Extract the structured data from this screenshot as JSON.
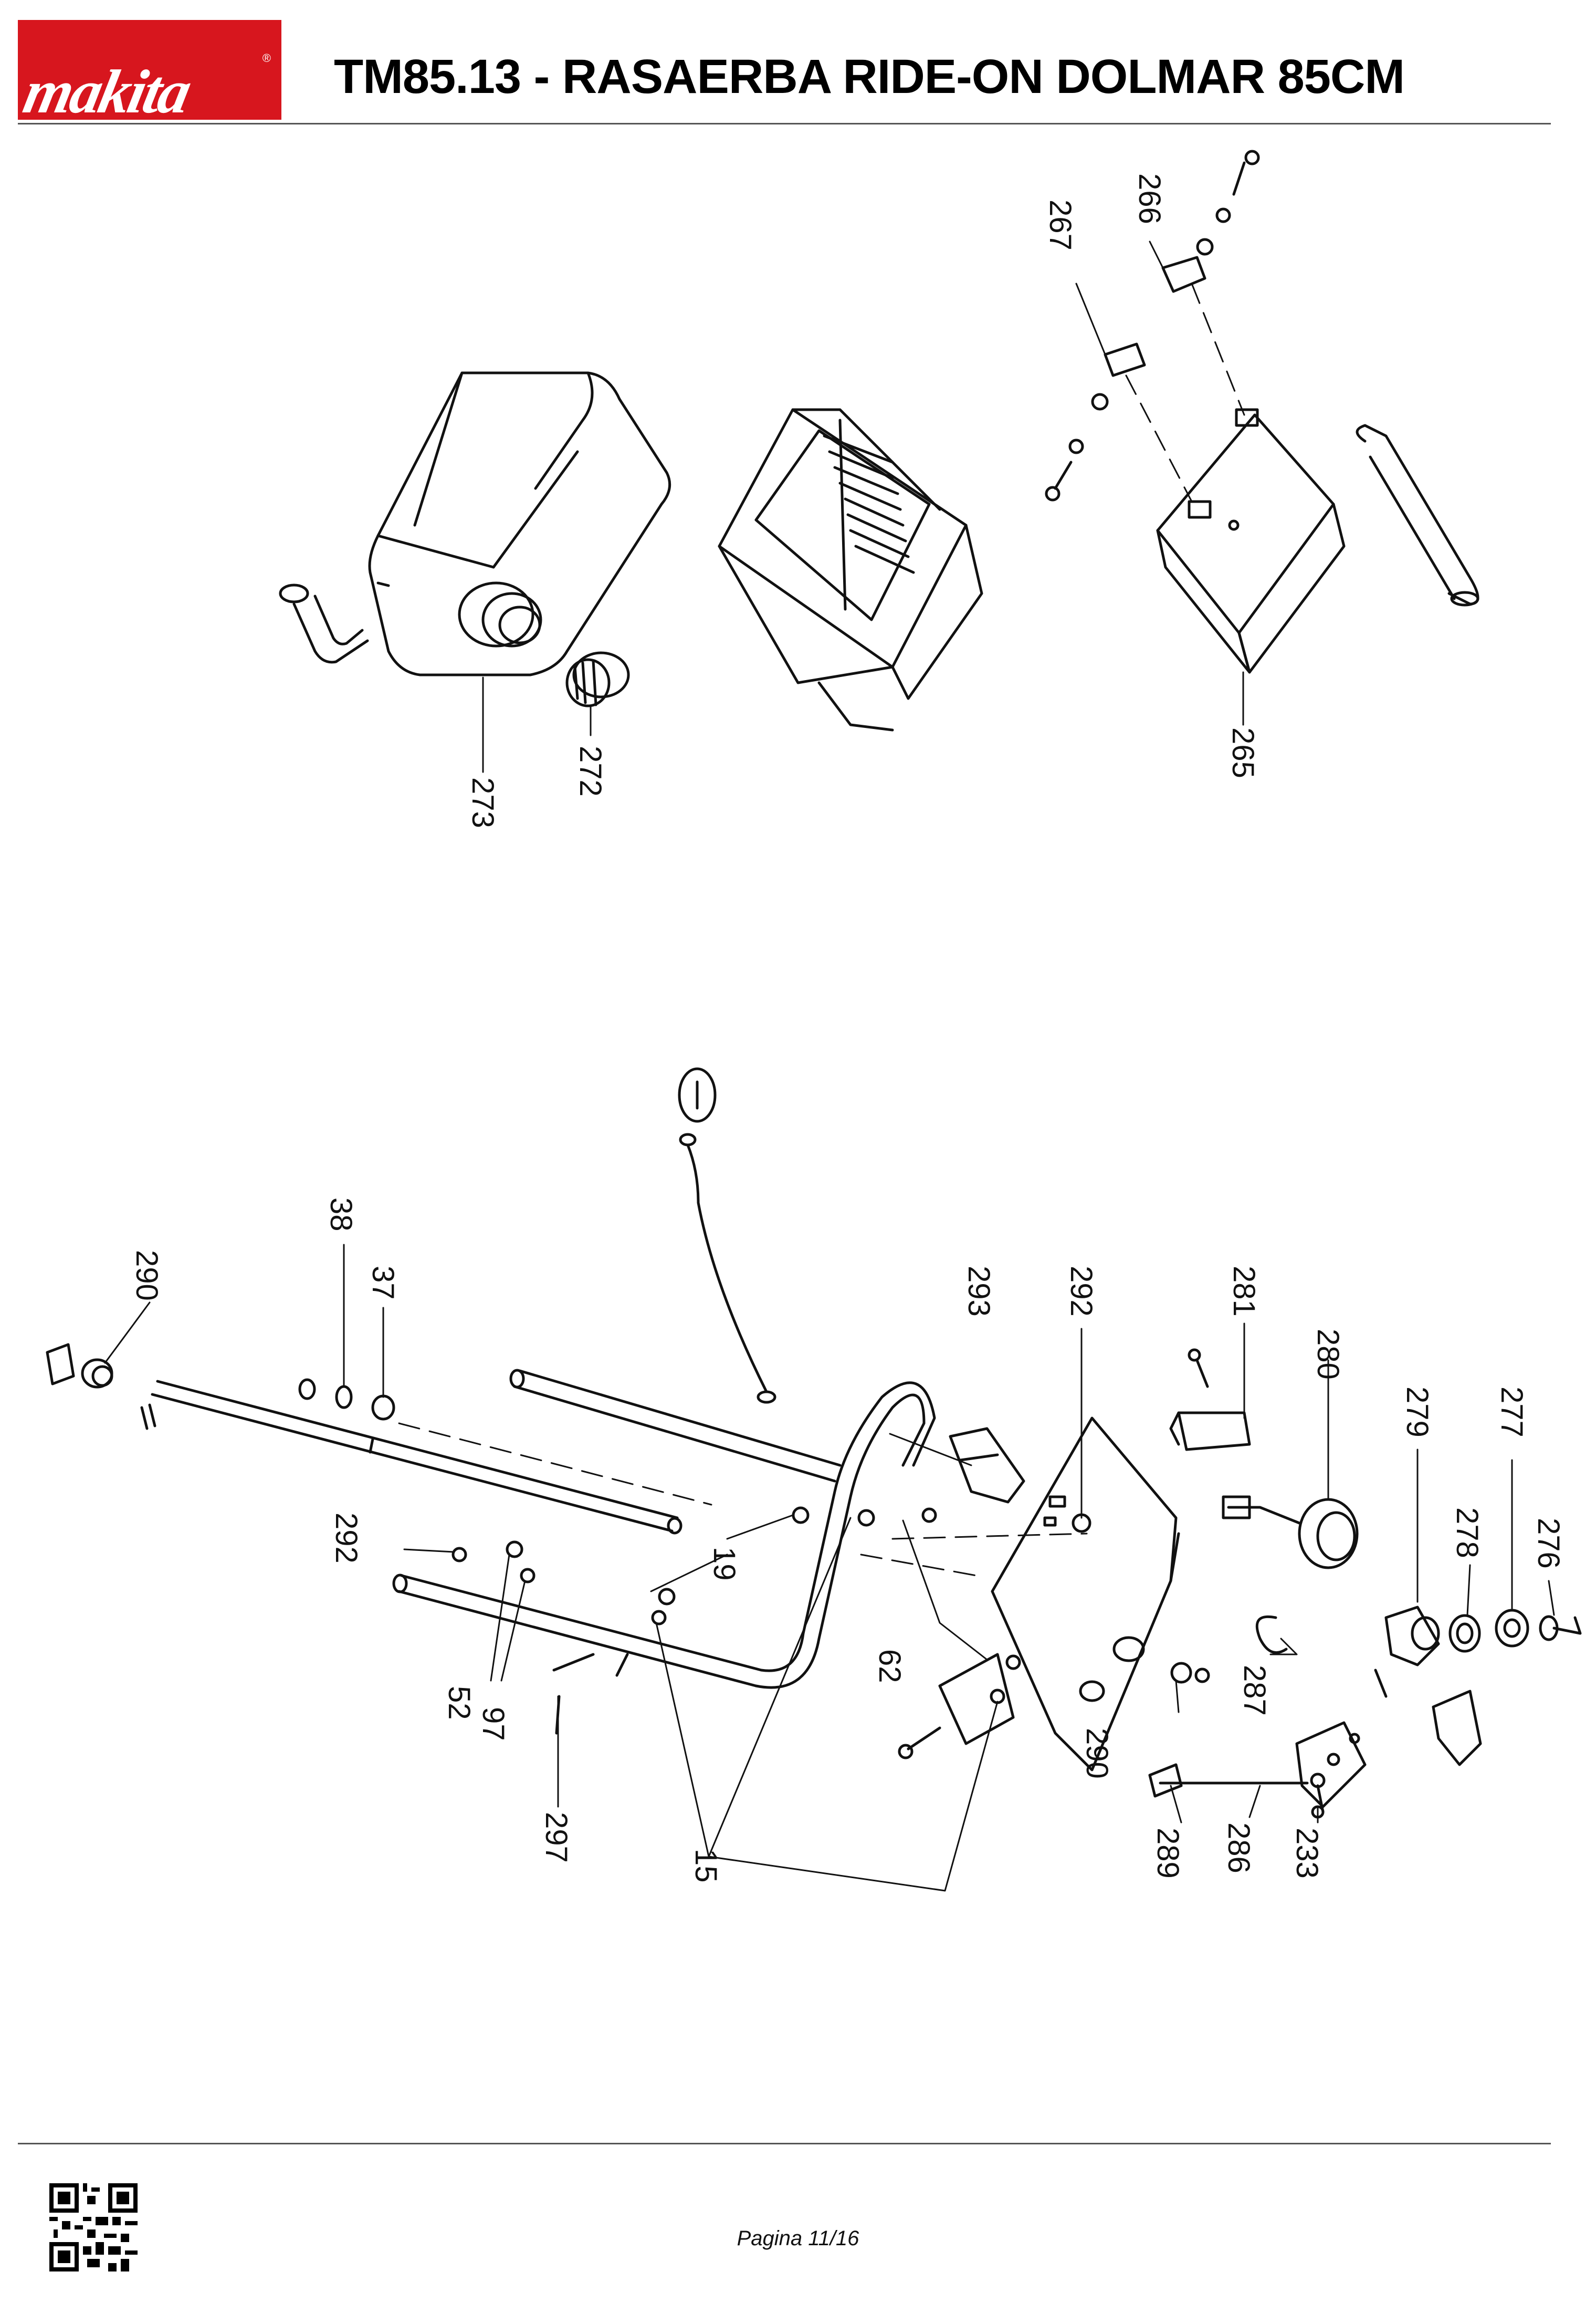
{
  "header": {
    "brand": "makita",
    "title": "TM85.13 - RASAERBA RIDE-ON DOLMAR 85CM"
  },
  "diagram": {
    "callouts": {
      "c265": "265",
      "c266": "266",
      "c267": "267",
      "c272": "272",
      "c273": "273",
      "c290a": "290",
      "c38": "38",
      "c37": "37",
      "c292a": "292",
      "c52": "52",
      "c97": "97",
      "c297": "297",
      "c19": "19",
      "c15": "15",
      "c62": "62",
      "c293": "293",
      "c292b": "292",
      "c281": "281",
      "c280": "280",
      "c279": "279",
      "c278": "278",
      "c277": "277",
      "c276": "276",
      "c287": "287",
      "c290b": "290",
      "c289": "289",
      "c286": "286",
      "c233": "233"
    }
  },
  "footer": {
    "page_label": "Pagina 11/16"
  }
}
